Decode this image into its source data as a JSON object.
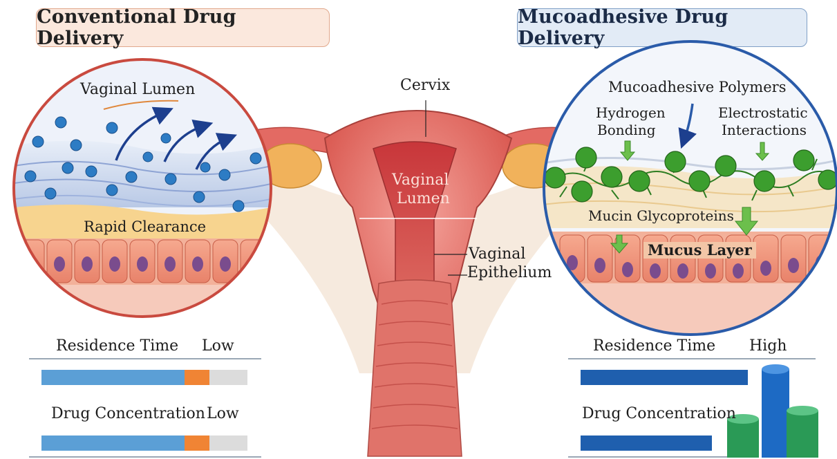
{
  "titles": {
    "left": "Conventional Drug Delivery",
    "right": "Mucoadhesive Drug Delivery"
  },
  "center": {
    "cervix": "Cervix",
    "lumen_line1": "Vaginal",
    "lumen_line2": "Lumen",
    "epithelium_line1": "Vaginal",
    "epithelium_line2": "Epithelium"
  },
  "left_circle": {
    "lumen": "Vaginal Lumen",
    "clearance": "Rapid Clearance"
  },
  "right_circle": {
    "polymers": "Mucoadhesive Polymers",
    "hbond_line1": "Hydrogen",
    "hbond_line2": "Bonding",
    "electro_line1": "Electrostatic",
    "electro_line2": "Interactions",
    "mucin": "Mucin Glycoproteins",
    "mucus": "Mucus Layer"
  },
  "metrics_left": {
    "residence_label": "Residence Time",
    "residence_value": "Low",
    "concentration_label": "Drug Concentration",
    "concentration_value": "Low"
  },
  "metrics_right": {
    "residence_label": "Residence Time",
    "residence_value": "High",
    "concentration_label": "Drug Concentration"
  },
  "colors": {
    "conventional_bar": "#5b9fd6",
    "low_segment": "#f08434",
    "bar_track": "#dcdcdc",
    "mucoadhesive_bar": "#1f5fae",
    "polymer_green": "#3c9e2e",
    "drug_particle": "#2d7cc4",
    "tissue_pink": "#e9766d"
  }
}
